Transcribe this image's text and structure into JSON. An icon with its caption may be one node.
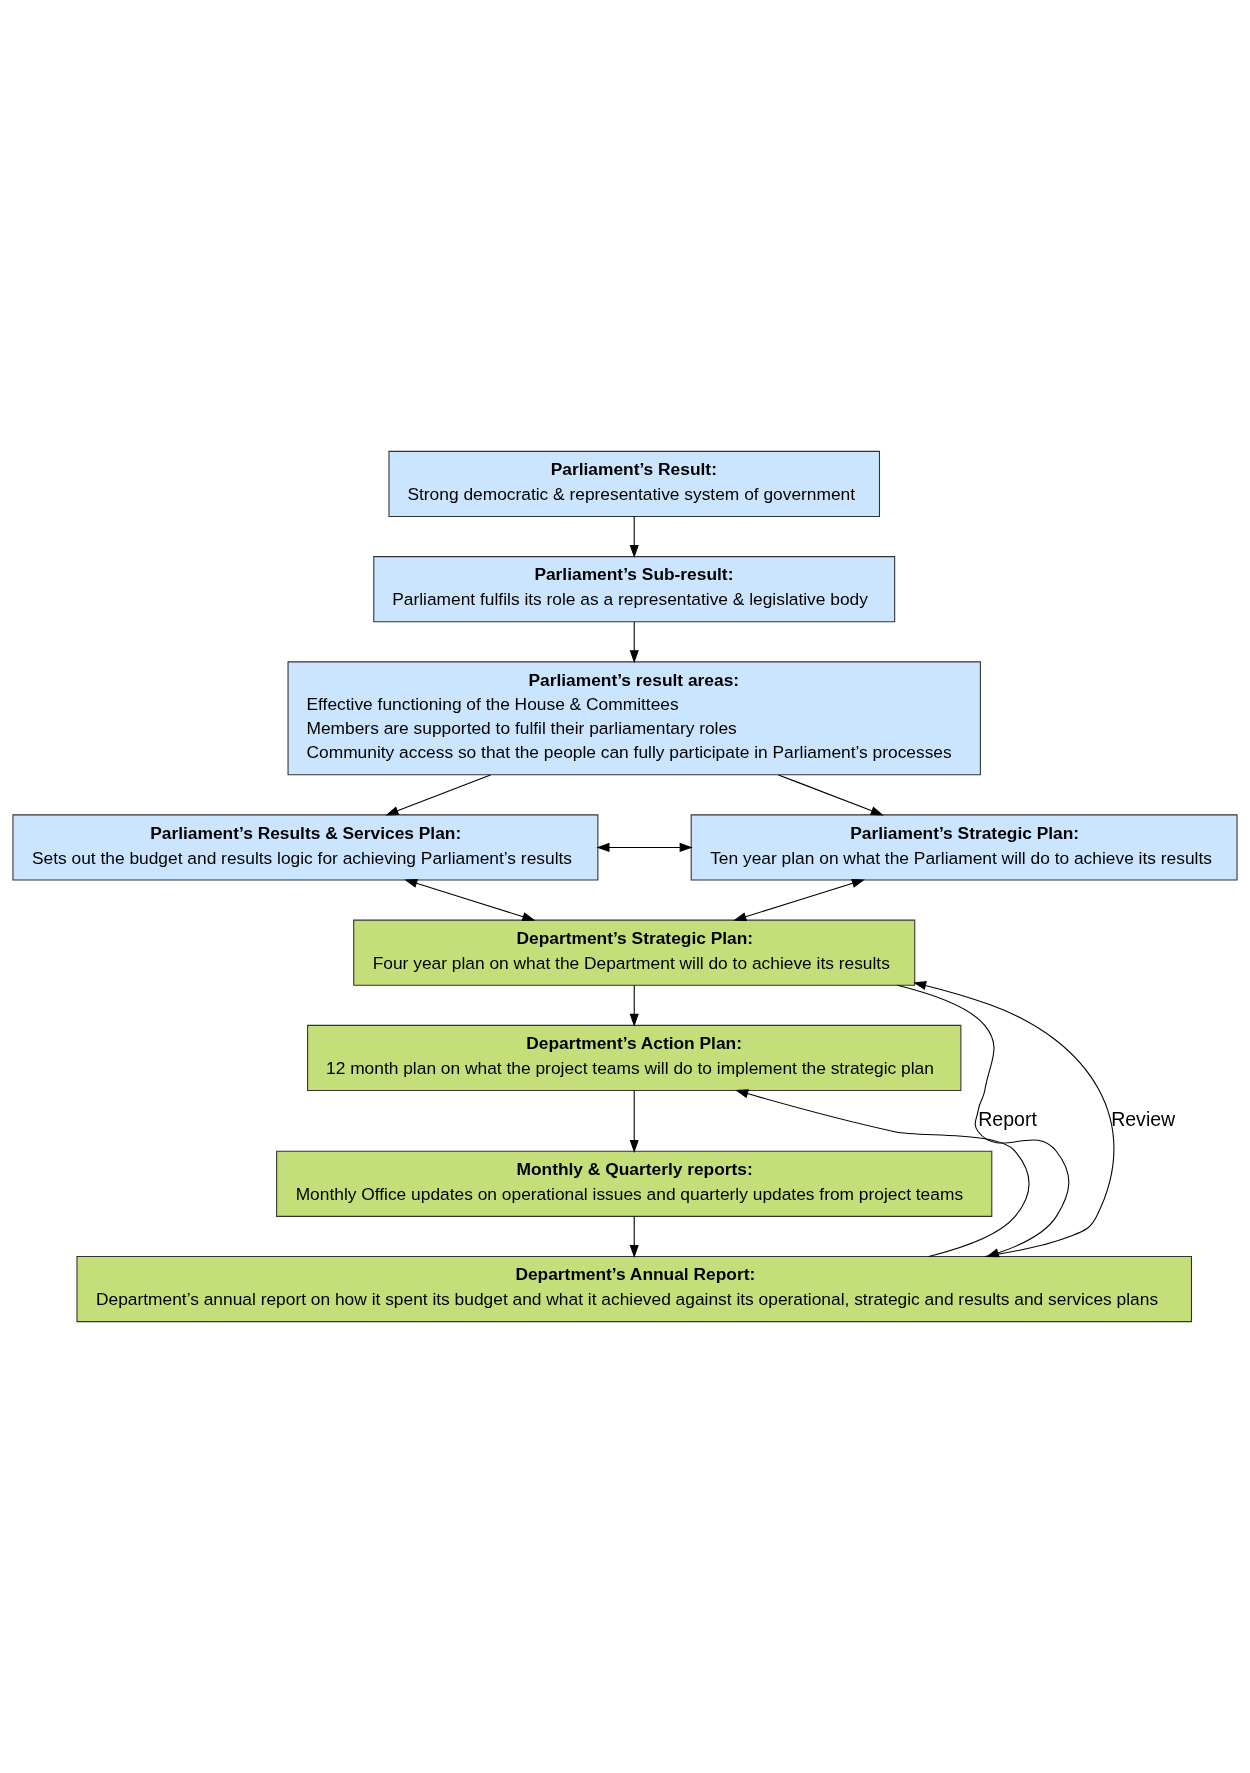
{
  "diagram": {
    "nodes": [
      {
        "text": [
          "Parliament’s Result:",
          "Strong democratic & representative system of government"
        ]
      },
      {
        "text": [
          "Parliament’s Sub-result:",
          "Parliament fulfils its role as a representative & legislative body"
        ]
      },
      {
        "text": [
          "Parliament’s result areas:",
          "Effective functioning of the House & Committees",
          "Members are supported to fulfil their parliamentary roles",
          "Community access so that the people can fully participate in Parliament’s processes"
        ]
      },
      {
        "text": [
          "Parliament’s Results & Services Plan:",
          "Sets out the budget and results logic for achieving Parliament’s results"
        ]
      },
      {
        "text": [
          "Parliament’s Strategic Plan:",
          "Ten year plan on what the Parliament will do to achieve its results"
        ]
      },
      {
        "text": [
          "Department’s Strategic Plan:",
          "Four year plan on what the Department will do to achieve its results"
        ]
      },
      {
        "text": [
          "Department’s Action Plan:",
          "12 month plan on what the project teams will do to implement the strategic plan"
        ]
      },
      {
        "text": [
          "Monthly & Quarterly reports:",
          "Monthly Office updates on operational issues and quarterly updates from project teams"
        ]
      },
      {
        "text": [
          "Department’s Annual Report:",
          "Department’s annual report on how it spent its budget and what it achieved against its operational, strategic and results and services plans"
        ]
      }
    ],
    "edges": [
      {
        "from": 0,
        "to": 1,
        "arrow": "to"
      },
      {
        "from": 1,
        "to": 2,
        "arrow": "to"
      },
      {
        "from": 2,
        "to": 3,
        "arrow": "to"
      },
      {
        "from": 2,
        "to": 4,
        "arrow": "to"
      },
      {
        "from": 3,
        "to": 4,
        "arrow": "both"
      },
      {
        "from": 3,
        "to": 5,
        "arrow": "both"
      },
      {
        "from": 4,
        "to": 5,
        "arrow": "both"
      },
      {
        "from": 5,
        "to": 6,
        "arrow": "to"
      },
      {
        "from": 6,
        "to": 7,
        "arrow": "to"
      },
      {
        "from": 7,
        "to": 8,
        "arrow": "to"
      },
      {
        "from": 5,
        "to": 8,
        "arrow": "to",
        "label": "Report"
      },
      {
        "from": 8,
        "to": 5,
        "arrow": "to",
        "label": "Review"
      },
      {
        "from": 8,
        "to": 6,
        "arrow": "to"
      }
    ]
  }
}
